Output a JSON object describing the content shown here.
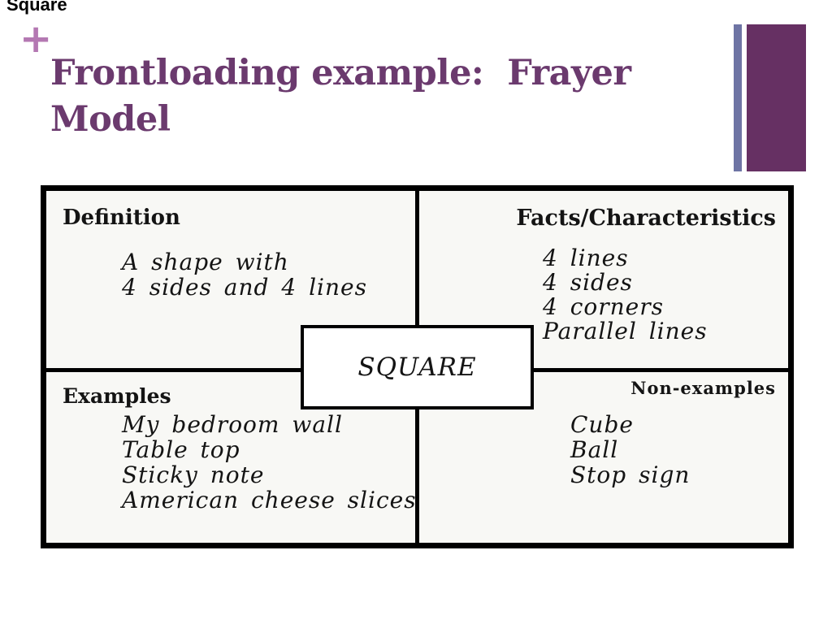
{
  "slide": {
    "corner_label": "Square",
    "plus_symbol": "+",
    "title_lines": [
      "Frontloading example:  Frayer",
      "Model"
    ]
  },
  "colors": {
    "title": "#6b3a6e",
    "plus": "#b478b2",
    "accent_bar": "#6e74a4",
    "accent_rect": "#663063",
    "ink": "#141414",
    "frame": "#000000",
    "diagram_bg": "#f8f8f5",
    "slide_bg": "#ffffff"
  },
  "frayer": {
    "center_term": "SQUARE",
    "quadrants": [
      {
        "heading": "Definition",
        "align": "left",
        "lines": [
          "A shape with",
          "4 sides and 4 lines"
        ]
      },
      {
        "heading": "Facts/Characteristics",
        "align": "right",
        "lines": [
          "4 lines",
          "4 sides",
          "4 corners",
          "Parallel lines"
        ]
      },
      {
        "heading": "Examples",
        "align": "left",
        "lines": [
          "My bedroom wall",
          "Table top",
          "Sticky note",
          "American cheese slices"
        ]
      },
      {
        "heading": "Non-examples",
        "align": "right",
        "lines": [
          "Cube",
          "Ball",
          "Stop sign"
        ]
      }
    ]
  }
}
